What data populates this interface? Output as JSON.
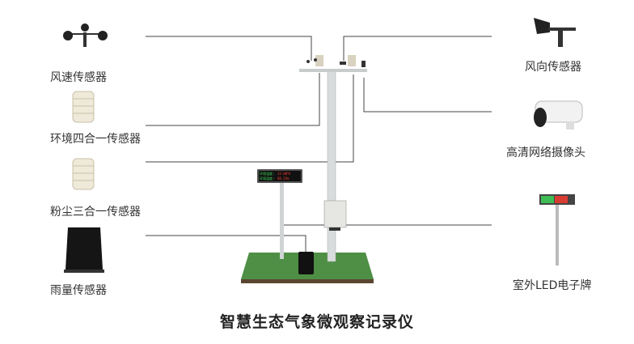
{
  "title": "智慧生态气象微观察记录仪",
  "left_items": [
    {
      "label": "风速传感器",
      "icon": "anemometer-icon"
    },
    {
      "label": "环境四合一传感器",
      "icon": "louvered-shield-sensor-icon"
    },
    {
      "label": "粉尘三合一传感器",
      "icon": "louvered-shield-sensor-icon"
    },
    {
      "label": "雨量传感器",
      "icon": "rain-gauge-icon"
    }
  ],
  "right_items": [
    {
      "label": "风向传感器",
      "icon": "wind-vane-icon"
    },
    {
      "label": "高清网络摄像头",
      "icon": "bullet-camera-icon"
    },
    {
      "label": "室外LED电子牌",
      "icon": "led-sign-icon"
    }
  ],
  "led_display": {
    "temp_label": "环境温度:",
    "temp_value": "13.00℃",
    "hum_label": "环境湿度:",
    "hum_value": "60.24%"
  },
  "colors": {
    "line": "#444444",
    "grass": "#4e8f45",
    "led_green": "#3ddc5a",
    "led_red": "#ff3b30"
  }
}
